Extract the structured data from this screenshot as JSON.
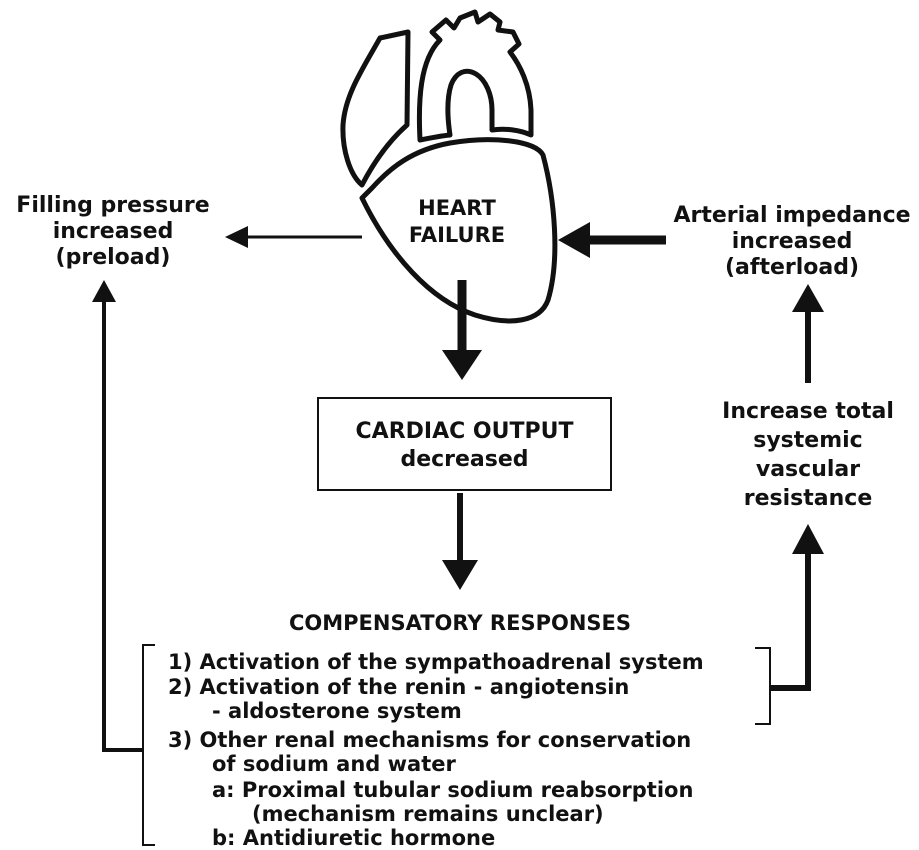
{
  "center": {
    "line1": "HEART",
    "line2": "FAILURE"
  },
  "left_box": {
    "line1": "Filling pressure",
    "line2": "increased",
    "line3": "(preload)"
  },
  "right_box": {
    "line1": "Arterial impedance",
    "line2": "increased",
    "line3": "(afterload)"
  },
  "cardiac_output": {
    "line1": "CARDIAC OUTPUT",
    "line2": "decreased"
  },
  "resistance": {
    "line1": "Increase total",
    "line2": "systemic",
    "line3": "vascular",
    "line4": "resistance"
  },
  "compensatory": {
    "heading": "COMPENSATORY RESPONSES",
    "item1": "1)  Activation of the sympathoadrenal system",
    "item2_line1": "2)  Activation of the renin - angiotensin",
    "item2_line2": "- aldosterone system",
    "item3_line1": "3)  Other renal mechanisms for conservation",
    "item3_line2": "of sodium and water",
    "sub_a_line1": "a:  Proximal tubular sodium reabsorption",
    "sub_a_line2": "(mechanism remains unclear)",
    "sub_b": "b:  Antidiuretic hormone"
  }
}
